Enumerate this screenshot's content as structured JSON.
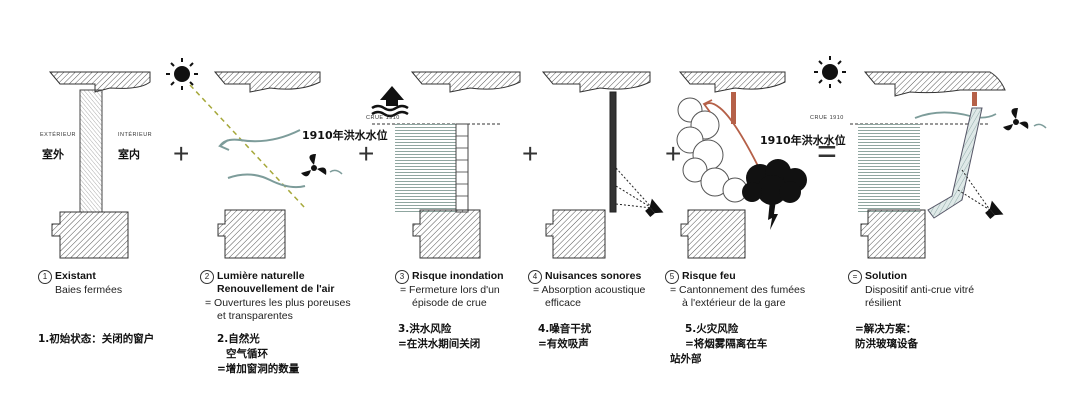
{
  "operators": [
    "+",
    "+",
    "+",
    "+",
    "="
  ],
  "panel1": {
    "num": "1",
    "label_ext": "EXTÉRIEUR",
    "label_int": "INTÉRIEUR",
    "label_ext_cn": "室外",
    "label_int_cn": "室内",
    "title": "Existant",
    "desc": "Baies fermées",
    "cn": "1.初始状态：关闭的窗户"
  },
  "panel2": {
    "num": "2",
    "title1": "Lumière naturelle",
    "title2": "Renouvellement de l'air",
    "desc1": "=  Ouvertures les plus poreuses",
    "desc2": "et transparentes",
    "cn1": "2.自然光",
    "cn2": "空气循环",
    "cn3": "=增加窗洞的数量"
  },
  "panel3": {
    "num": "3",
    "crue_label": "CRUE 1910",
    "flood_label": "1910年洪水水位",
    "title": "Risque inondation",
    "desc1": "=  Fermeture lors d'un",
    "desc2": "épisode de crue",
    "cn1": "3.洪水风险",
    "cn2": "=在洪水期间关闭"
  },
  "panel4": {
    "num": "4",
    "title": "Nuisances sonores",
    "desc1": "=  Absorption acoustique",
    "desc2": "efficace",
    "cn1": "4.噪音干扰",
    "cn2": "=有效吸声"
  },
  "panel5": {
    "num": "5",
    "title": "Risque feu",
    "desc1": "=  Cantonnement des fumées",
    "desc2": "à l'extérieur de la gare",
    "cn1": "5.火灾风险",
    "cn2": "=将烟雾隔离在车",
    "cn3": "站外部"
  },
  "panel6": {
    "num": "=",
    "crue_label": "CRUE 1910",
    "flood_label": "1910年洪水水位",
    "title": "Solution",
    "desc1": "Dispositif anti-crue vitré",
    "desc2": "résilient",
    "cn1": "=解决方案：",
    "cn2": "防洪玻璃设备"
  }
}
